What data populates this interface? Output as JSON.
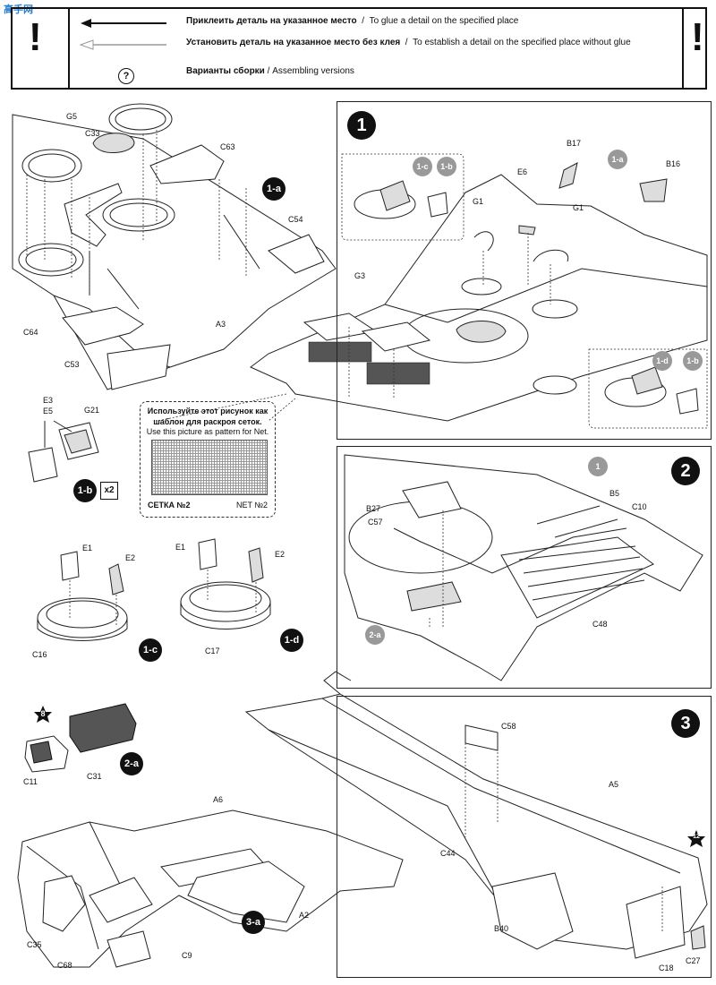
{
  "watermark": "高手网",
  "legend": {
    "glue_ru": "Приклеить деталь на указанное место",
    "glue_en": "To glue a detail on the specified place",
    "noglue_ru": "Установить деталь на указанное место без клея",
    "noglue_en": "To establish a detail on the specified place without glue",
    "versions_ru": "Варианты сборки",
    "versions_en": "Assembling versions",
    "separator": "/",
    "exclamation": "!",
    "question": "?"
  },
  "steps": {
    "step1": "1",
    "step2": "2",
    "step3": "3",
    "sub_1a": "1-a",
    "sub_1b": "1-b",
    "sub_1c": "1-c",
    "sub_1d": "1-d",
    "sub_2a": "2-a",
    "sub_3a": "3-a",
    "ref_1c": "1-c",
    "ref_1b": "1-b",
    "ref_1a": "1-a",
    "ref_1d": "1-d",
    "ref_1b2": "1-b",
    "ref_1": "1",
    "ref_2a": "2-a",
    "x2": "x2",
    "star8": "8",
    "star12": "12"
  },
  "net_template": {
    "ru": "Используйте этот рисунок как шаблон для раскроя сеток.",
    "en": "Use this picture as pattern for Net.",
    "label_ru": "СЕТКА №2",
    "label_en": "NET №2"
  },
  "parts": {
    "G5": "G5",
    "C33": "C33",
    "C63": "C63",
    "C54": "C54",
    "C64": "C64",
    "C53": "C53",
    "A3": "A3",
    "E3": "E3",
    "E5": "E5",
    "G21": "G21",
    "E1a": "E1",
    "E2a": "E2",
    "C16": "C16",
    "E1b": "E1",
    "E2b": "E2",
    "C17": "C17",
    "B17": "B17",
    "B16": "B16",
    "E6": "E6",
    "G1a": "G1",
    "G1b": "G1",
    "G3": "G3",
    "B27": "B27",
    "B5": "B5",
    "C57": "C57",
    "C10": "C10",
    "C48": "C48",
    "C11": "C11",
    "C31": "C31",
    "C58": "C58",
    "A5": "A5",
    "C44": "C44",
    "B40": "B40",
    "C18": "C18",
    "C27": "C27",
    "A6": "A6",
    "A2": "A2",
    "C35": "C35",
    "C68": "C68",
    "C9": "C9"
  }
}
